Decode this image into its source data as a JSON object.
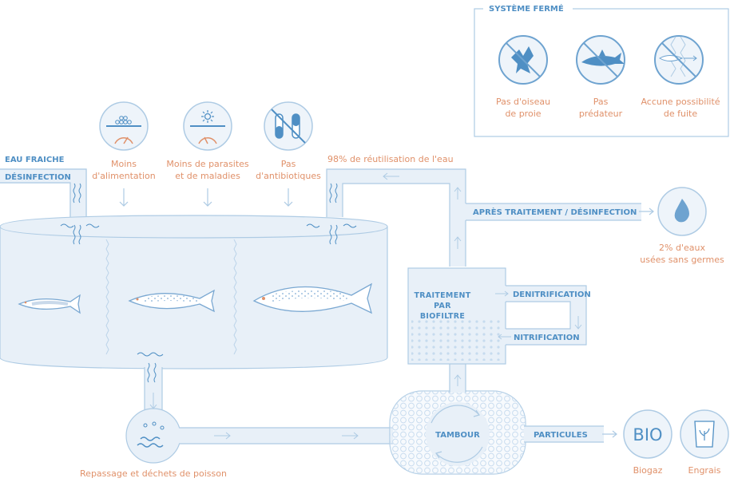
{
  "closed_system": {
    "title": "SYSTÈME FERMÉ",
    "items": [
      {
        "label": "Pas d'oiseau\nde proie",
        "icon": "no-bird-of-prey-icon"
      },
      {
        "label": "Pas\nprédateur",
        "icon": "no-predator-shark-icon"
      },
      {
        "label": "Accune possibilité\nde fuite",
        "icon": "no-escape-fish-icon"
      }
    ]
  },
  "inputs": {
    "fresh_water": "EAU FRAICHE",
    "disinfection": "DÉSINFECTION"
  },
  "benefits": [
    {
      "label": "Moins\nd'alimentation",
      "icon": "feed-gauge-icon"
    },
    {
      "label": "Moins de parasites\net de maladies",
      "icon": "parasite-gauge-icon"
    },
    {
      "label": "Pas\nd'antibiotiques",
      "icon": "no-antibiotics-icon"
    }
  ],
  "reuse": "98% de réutilisation de l'eau",
  "after_treatment": "APRÈS TRAITEMENT / DÉSINFECTION",
  "waste_water": "2% d'eaux\nusées sans germes",
  "biofilter": {
    "title": "TRAITEMENT\nPAR\nBIOFILTRE",
    "denitrification": "DENITRIFICATION",
    "nitrification": "NITRIFICATION"
  },
  "drum": {
    "label": "TAMBOUR",
    "particles": "PARTICULES"
  },
  "waste": "Repassage et déchets de poisson",
  "outputs": [
    {
      "label": "Biogaz",
      "symbol": "BIO",
      "icon": "bio-icon"
    },
    {
      "label": "Engrais",
      "icon": "fertilizer-bag-icon"
    }
  ],
  "colors": {
    "line": "#aecbe4",
    "fill": "#e8f0f8",
    "accent": "#4f8fc4",
    "text": "#e0916a"
  }
}
